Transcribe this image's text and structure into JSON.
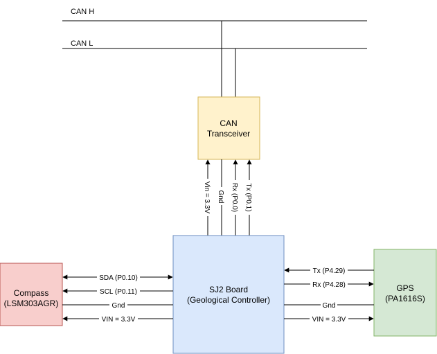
{
  "bus": {
    "can_h": "CAN H",
    "can_l": "CAN L"
  },
  "transceiver": {
    "line1": "CAN",
    "line2": "Transceiver"
  },
  "transceiver_links": {
    "vin": "Vin = 3.3V",
    "gnd": "Gnd",
    "rx": "Rx (P0.0)",
    "tx": "Tx (P0.1)"
  },
  "board": {
    "line1": "SJ2 Board",
    "line2": "(Geological Controller)"
  },
  "compass": {
    "line1": "Compass",
    "line2": "(LSM303AGR)"
  },
  "compass_links": {
    "sda": "SDA (P0.10)",
    "scl": "SCL (P0.11)",
    "gnd": "Gnd",
    "vin": "VIN = 3.3V"
  },
  "gps": {
    "line1": "GPS",
    "line2": "(PA1616S)"
  },
  "gps_links": {
    "tx": "Tx (P4.29)",
    "rx": "Rx (P4.28)",
    "gnd": "Gnd",
    "vin": "VIN = 3.3V"
  },
  "colors": {
    "transceiver_fill": "#fff2cc",
    "transceiver_stroke": "#d6b656",
    "board_fill": "#dae8fc",
    "board_stroke": "#6c8ebf",
    "compass_fill": "#f8cecc",
    "compass_stroke": "#b85450",
    "gps_fill": "#d5e8d4",
    "gps_stroke": "#82b366"
  }
}
